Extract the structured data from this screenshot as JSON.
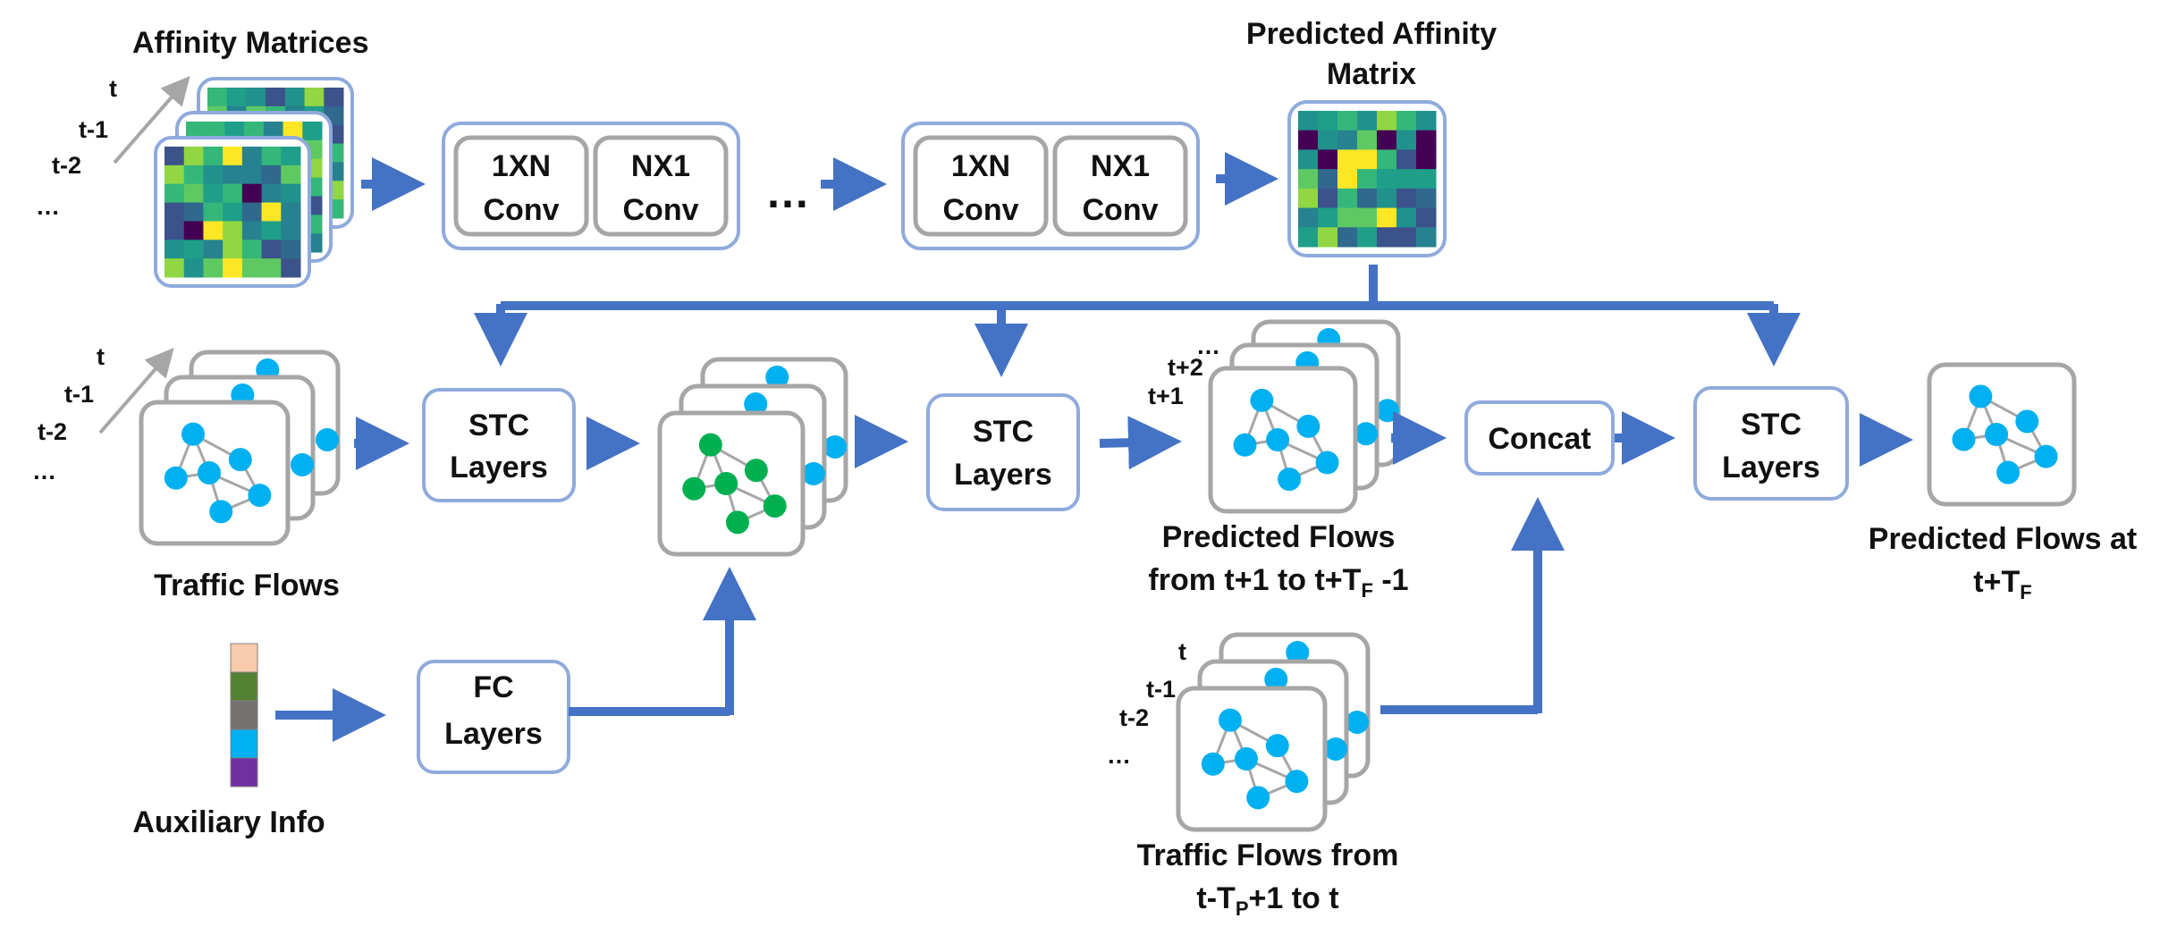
{
  "labels": {
    "affinity_matrices": "Affinity Matrices",
    "predicted_affinity_1": "Predicted Affinity",
    "predicted_affinity_2": "Matrix",
    "traffic_flows": "Traffic Flows",
    "auxiliary_info": "Auxiliary Info",
    "pred_flows_1": "Predicted Flows",
    "pred_flows_2_prefix": "from t+1 to t+T",
    "pred_flows_2_sub": "F",
    "pred_flows_2_suffix": " -1",
    "pred_at_1": "Predicted Flows at",
    "pred_at_2_prefix": "t+T",
    "pred_at_2_sub": "F",
    "tf_from_1": "Traffic Flows from",
    "tf_from_2_prefix": "t-T",
    "tf_from_2_sub": "P",
    "tf_from_2_suffix": "+1 to t",
    "ellipsis": "…"
  },
  "time_labels": {
    "affinity": [
      "t",
      "t-1",
      "t-2",
      "…"
    ],
    "traffic": [
      "t",
      "t-1",
      "t-2",
      "…"
    ],
    "predicted": [
      "…",
      "t+2",
      "t+1"
    ],
    "recent": [
      "t",
      "t-1",
      "t-2",
      "…"
    ]
  },
  "conv_blocks": [
    {
      "left_1": "1XN",
      "left_2": "Conv",
      "right_1": "NX1",
      "right_2": "Conv"
    },
    {
      "left_1": "1XN",
      "left_2": "Conv",
      "right_1": "NX1",
      "right_2": "Conv"
    }
  ],
  "stc": {
    "line1": "STC",
    "line2": "Layers"
  },
  "fc": {
    "line1": "FC",
    "line2": "Layers"
  },
  "concat": {
    "label": "Concat"
  },
  "colors": {
    "arrow": "#4472C4",
    "box_border": "#8FAADC",
    "frame_border": "#A6A6A6",
    "node_blue": "#00B0F0",
    "node_green": "#00B050",
    "edge": "#A6A6A6",
    "aux": [
      "#F8CBAD",
      "#548235",
      "#767171",
      "#00B0F0",
      "#7030A0"
    ],
    "viridis": [
      "#440154",
      "#3B528B",
      "#21918C",
      "#5EC962",
      "#FDE725",
      "#31688E",
      "#35B779",
      "#90D743",
      "#26828E",
      "#1F9E89"
    ]
  }
}
